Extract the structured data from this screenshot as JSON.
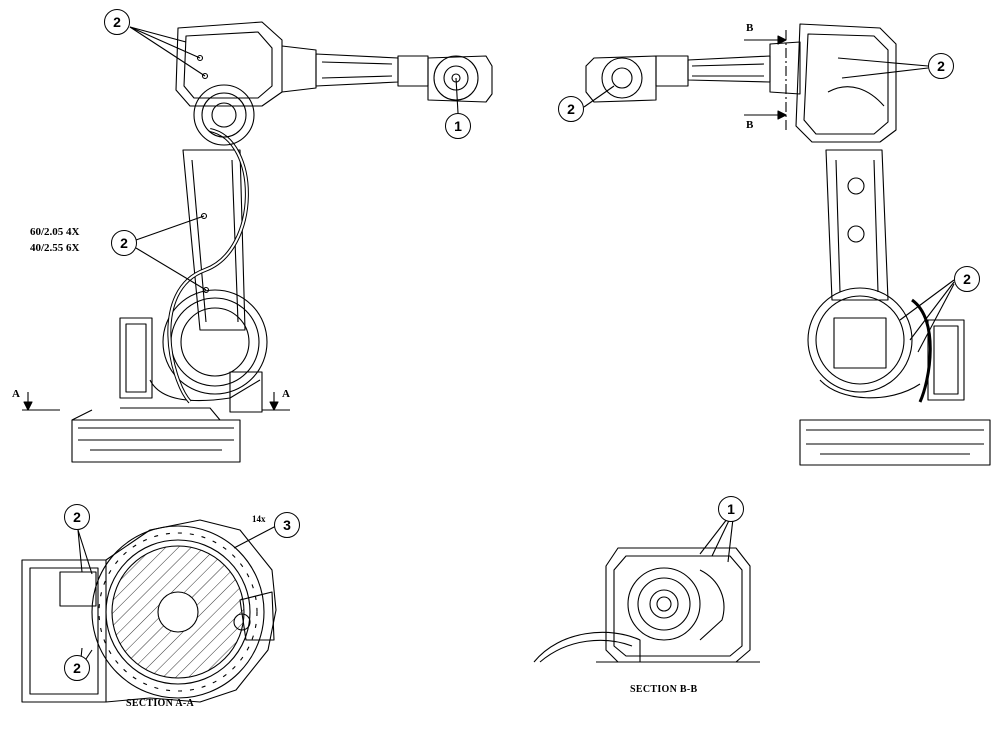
{
  "callouts": {
    "tl_top": "2",
    "tl_tool": "1",
    "tl_arm": "2",
    "tr_front": "2",
    "tr_rear": "2",
    "tr_base": "2",
    "sa_top": "2",
    "sa_bottom": "2",
    "sa_ring": "3",
    "sb_top": "1"
  },
  "notes": {
    "torque_1": "60/2.05  4X",
    "torque_2": "40/2.55  6X",
    "count_14x": "14x"
  },
  "section_markers": {
    "a_left": "A",
    "a_right": "A",
    "b_top": "B",
    "b_bottom": "B"
  },
  "titles": {
    "section_a": "SECTION A-A",
    "section_b": "SECTION B-B"
  }
}
